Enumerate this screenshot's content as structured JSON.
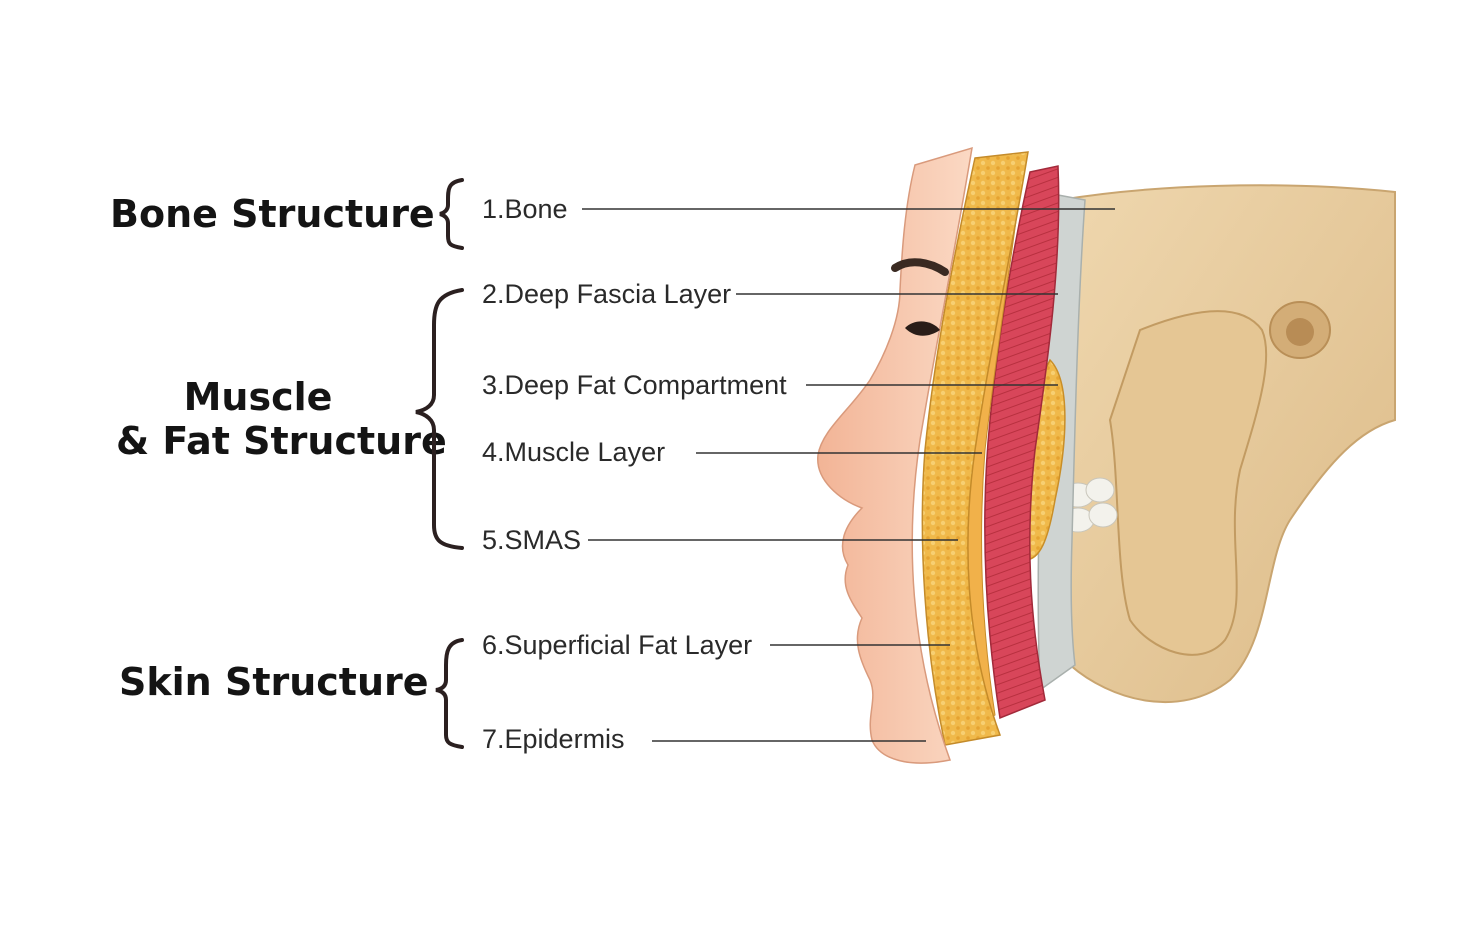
{
  "groups": {
    "bone": {
      "title": "Bone Structure"
    },
    "muscle_fat": {
      "title_line1": "Muscle",
      "title_line2": "& Fat Structure"
    },
    "skin": {
      "title": "Skin Structure"
    }
  },
  "layers": [
    {
      "label": "1.Bone"
    },
    {
      "label": "2.Deep Fascia Layer"
    },
    {
      "label": "3.Deep Fat Compartment"
    },
    {
      "label": "4.Muscle Layer"
    },
    {
      "label": "5.SMAS"
    },
    {
      "label": "6.Superficial Fat Layer"
    },
    {
      "label": "7.Epidermis"
    }
  ],
  "colors": {
    "bone": "#e9cfa3",
    "skin": "#f7c4a6",
    "fat": "#efb43e",
    "muscle": "#d9485a",
    "fascia": "#cfd4d2",
    "brace": "#2b2020",
    "leader": "#333333"
  }
}
